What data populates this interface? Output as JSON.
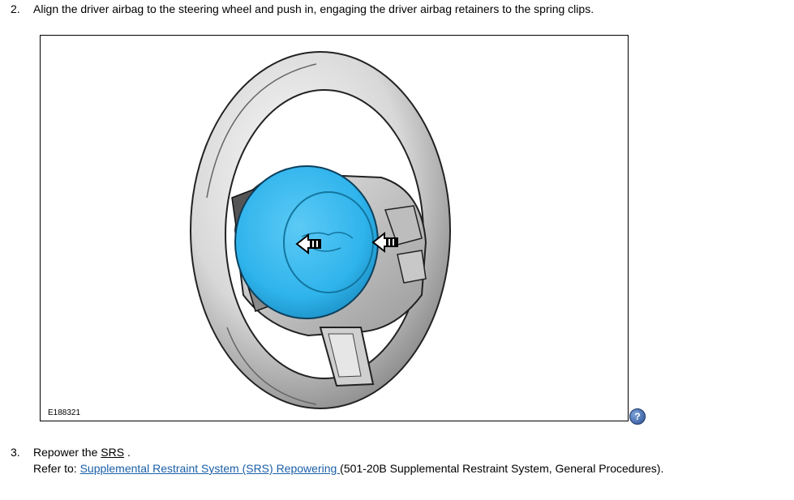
{
  "step2": {
    "number": "2.",
    "text": "Align the driver airbag to the steering wheel and push in, engaging the driver airbag retainers to the spring clips."
  },
  "figure": {
    "id": "E188321",
    "help_icon": "help-question-icon",
    "help_glyph": "?",
    "airbag_color": "#2fb4ec"
  },
  "step3": {
    "number": "3.",
    "text_prefix": "Repower the ",
    "abbr": "SRS",
    "text_suffix": " .",
    "refer_label": "Refer to: ",
    "link_text": "Supplemental Restraint System (SRS) Repowering ",
    "link_suffix": "(501-20B Supplemental Restraint System, General Procedures).",
    "link_color": "#1a5fa8"
  }
}
